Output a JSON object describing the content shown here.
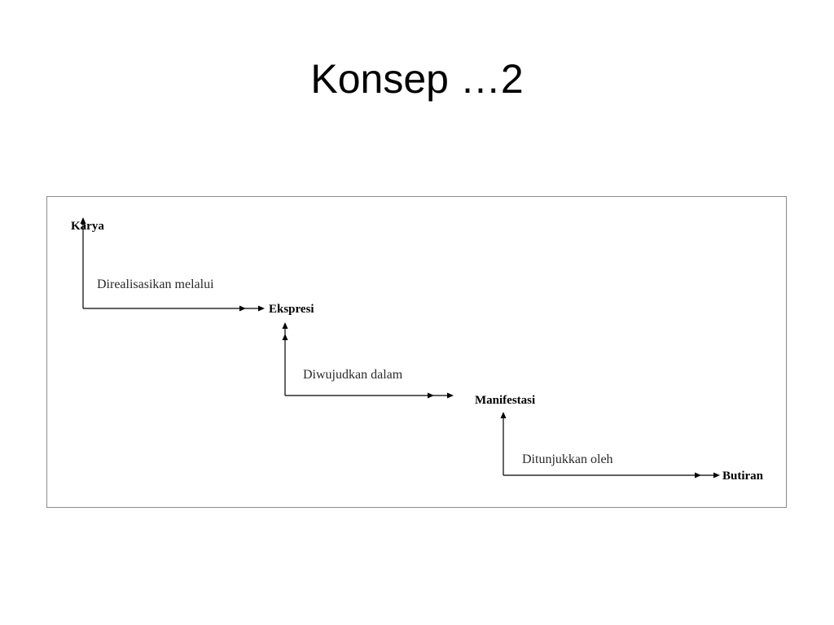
{
  "slide": {
    "title": "Konsep …2"
  },
  "diagram": {
    "nodes": [
      {
        "id": "karya",
        "label": "Karya"
      },
      {
        "id": "ekspresi",
        "label": "Ekspresi"
      },
      {
        "id": "manifestasi",
        "label": "Manifestasi"
      },
      {
        "id": "butiran",
        "label": "Butiran"
      }
    ],
    "edges": [
      {
        "from": "karya",
        "to": "ekspresi",
        "label": "Direalisasikan melalui"
      },
      {
        "from": "ekspresi",
        "to": "manifestasi",
        "label": "Diwujudkan dalam"
      },
      {
        "from": "manifestasi",
        "to": "butiran",
        "label": "Ditunjukkan oleh"
      }
    ]
  }
}
